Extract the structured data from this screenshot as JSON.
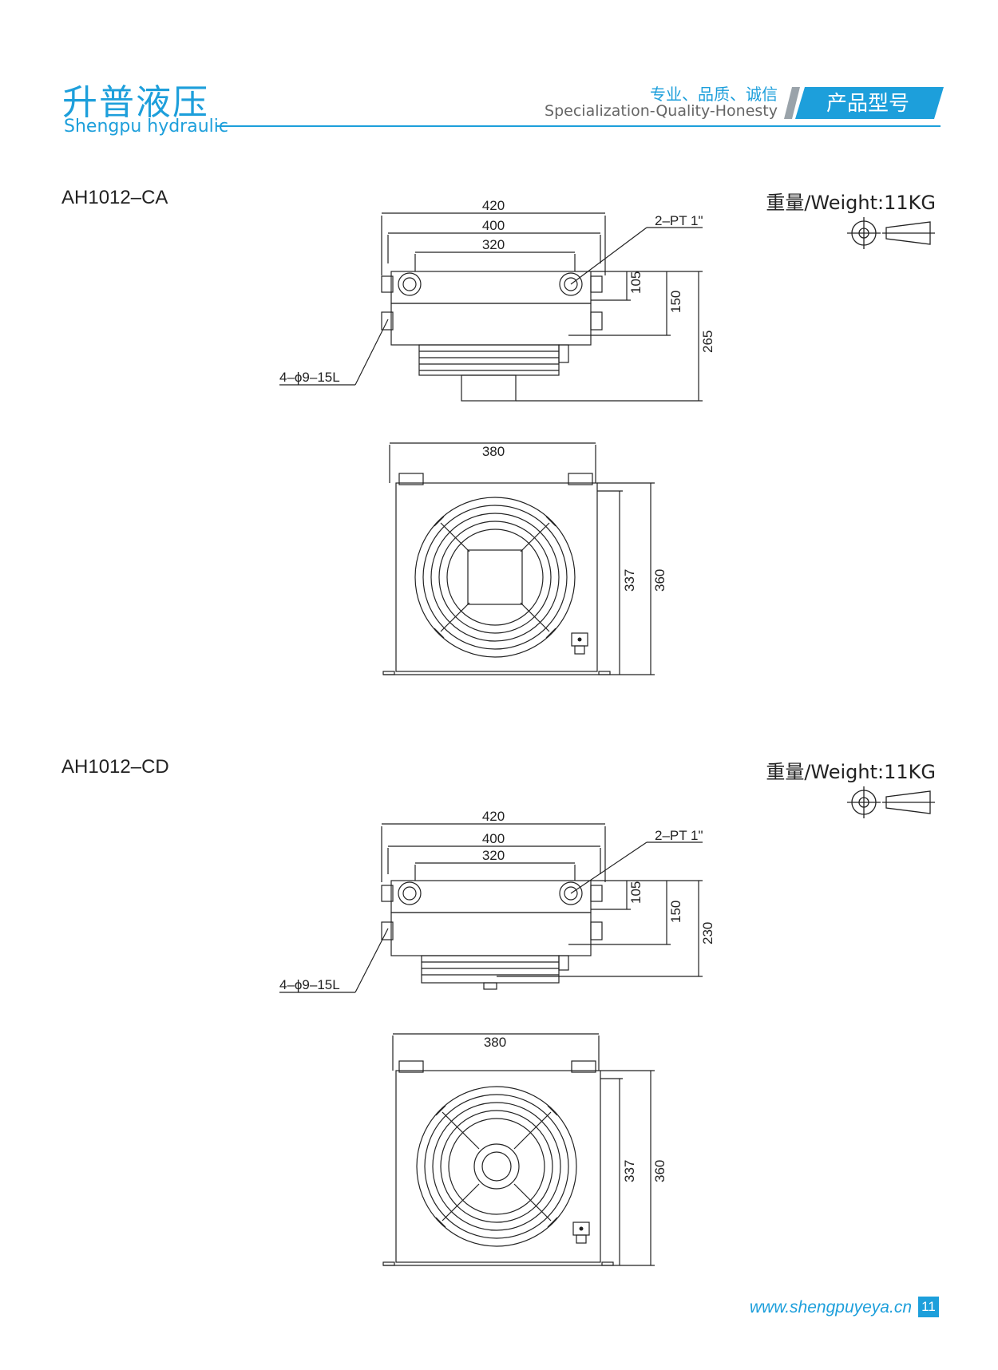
{
  "header": {
    "brand_cn": "升普液压",
    "brand_en": "Shengpu hydraulic",
    "tagline_cn": "专业、品质、诚信",
    "tagline_en": "Specialization-Quality-Honesty",
    "category": "产品型号",
    "accent": "#1d9fdb"
  },
  "products": [
    {
      "model": "AH1012–CA",
      "weight": "重量/Weight:11KG",
      "dims": {
        "w420": "420",
        "w400": "400",
        "w320": "320",
        "port": "2–PT 1\"",
        "mount": "4–ϕ9–15L",
        "h105": "105",
        "h150": "150",
        "htot": "265",
        "front_w": "380",
        "h337": "337",
        "h360": "360"
      }
    },
    {
      "model": "AH1012–CD",
      "weight": "重量/Weight:11KG",
      "dims": {
        "w420": "420",
        "w400": "400",
        "w320": "320",
        "port": "2–PT 1\"",
        "mount": "4–ϕ9–15L",
        "h105": "105",
        "h150": "150",
        "htot": "230",
        "front_w": "380",
        "h337": "337",
        "h360": "360"
      }
    }
  ],
  "footer": {
    "url": "www.shengpuyeya.cn",
    "page": "11"
  }
}
